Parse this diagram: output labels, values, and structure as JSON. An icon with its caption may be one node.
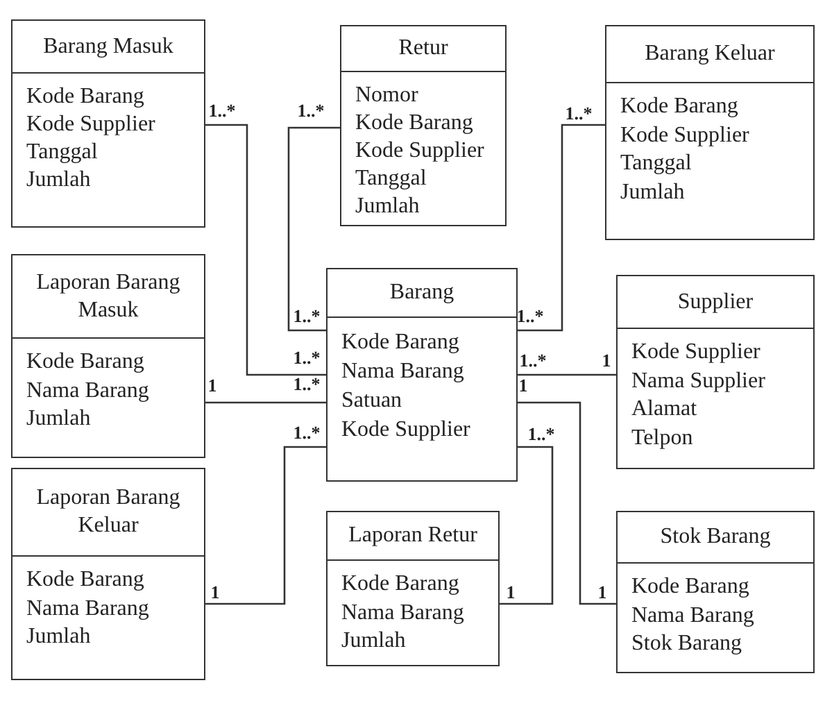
{
  "diagram": {
    "nodes": [
      {
        "text": [
          "Barang Masuk",
          "Kode Barang",
          "Kode Supplier",
          "Tanggal",
          "Jumlah"
        ]
      },
      {
        "text": [
          "Retur",
          "Nomor",
          "Kode Barang",
          "Kode Supplier",
          "Tanggal",
          "Jumlah"
        ]
      },
      {
        "text": [
          "Barang Keluar",
          "Kode Barang",
          "Kode Supplier",
          "Tanggal",
          "Jumlah"
        ]
      },
      {
        "text": [
          "Laporan Barang Masuk",
          "Kode Barang",
          "Nama Barang",
          "Jumlah"
        ]
      },
      {
        "text": [
          "Barang",
          "Kode Barang",
          "Nama Barang",
          "Satuan",
          "Kode Supplier"
        ]
      },
      {
        "text": [
          "Supplier",
          "Kode Supplier",
          "Nama Supplier",
          "Alamat",
          "Telpon"
        ]
      },
      {
        "text": [
          "Laporan Barang Keluar",
          "Kode Barang",
          "Nama Barang",
          "Jumlah"
        ]
      },
      {
        "text": [
          "Laporan Retur",
          "Kode Barang",
          "Nama Barang",
          "Jumlah"
        ]
      },
      {
        "text": [
          "Stok Barang",
          "Kode Barang",
          "Nama Barang",
          "Stok Barang"
        ]
      }
    ],
    "edges": [
      {
        "from": 0,
        "to": 4,
        "arrow": "none"
      },
      {
        "from": 1,
        "to": 4,
        "arrow": "none"
      },
      {
        "from": 2,
        "to": 4,
        "arrow": "none"
      },
      {
        "from": 3,
        "to": 4,
        "arrow": "none"
      },
      {
        "from": 4,
        "to": 5,
        "arrow": "none"
      },
      {
        "from": 6,
        "to": 4,
        "arrow": "none"
      },
      {
        "from": 4,
        "to": 7,
        "arrow": "none"
      },
      {
        "from": 4,
        "to": 8,
        "arrow": "none"
      }
    ],
    "labels": [
      "1..*",
      "1..*",
      "1..*",
      "1..*",
      "1..*",
      "1..*",
      "1..*",
      "1",
      "1",
      "1..*",
      "1",
      "1..*",
      "1..*",
      "1",
      "1",
      "1"
    ]
  }
}
